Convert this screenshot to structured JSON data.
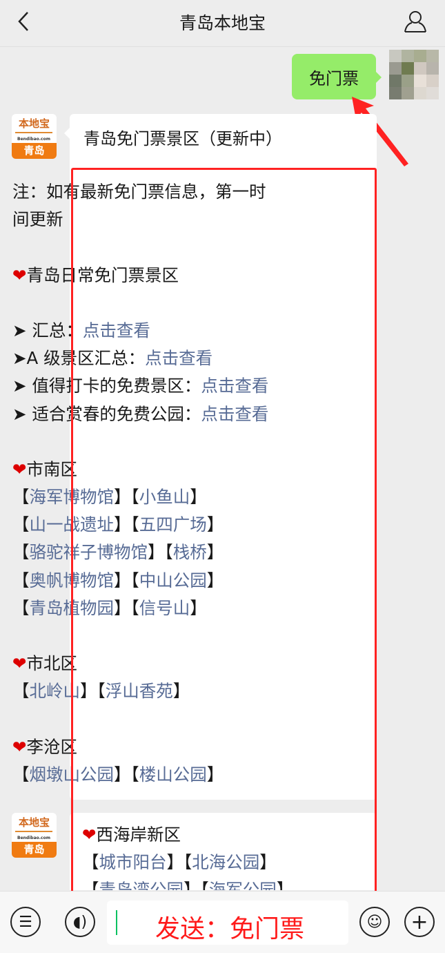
{
  "header": {
    "title": "青岛本地宝",
    "back_icon": "chevron-left-icon",
    "profile_icon": "user-icon"
  },
  "messages": {
    "sent": {
      "text": "免门票"
    },
    "logo": {
      "top": "本地宝",
      "site": "Bendibao.com",
      "city": "青岛"
    },
    "reply_title": "青岛免门票景区（更新中）",
    "lines": [
      [
        {
          "t": "注：如有最新免门票信息，第一时"
        }
      ],
      [
        {
          "t": "间更新"
        }
      ],
      [],
      [
        {
          "t": "❤",
          "h": 1
        },
        {
          "t": "青岛日常免门票景区"
        }
      ],
      [],
      [
        {
          "t": "➤ 汇总："
        },
        {
          "t": "点击查看",
          "l": 1
        }
      ],
      [
        {
          "t": "➤A 级景区汇总："
        },
        {
          "t": "点击查看",
          "l": 1
        }
      ],
      [
        {
          "t": "➤ 值得打卡的免费景区："
        },
        {
          "t": "点击查看",
          "l": 1
        }
      ],
      [
        {
          "t": "➤ 适合赏春的免费公园："
        },
        {
          "t": "点击查看",
          "l": 1
        }
      ],
      [],
      [
        {
          "t": "❤",
          "h": 1
        },
        {
          "t": "市南区"
        }
      ],
      [
        {
          "t": "【"
        },
        {
          "t": "海军博物馆",
          "l": 1
        },
        {
          "t": "】【"
        },
        {
          "t": "小鱼山",
          "l": 1
        },
        {
          "t": "】"
        }
      ],
      [
        {
          "t": "【"
        },
        {
          "t": "山一战遗址",
          "l": 1
        },
        {
          "t": "】【"
        },
        {
          "t": "五四广场",
          "l": 1
        },
        {
          "t": "】"
        }
      ],
      [
        {
          "t": "【"
        },
        {
          "t": "骆驼祥子博物馆",
          "l": 1
        },
        {
          "t": "】【"
        },
        {
          "t": "栈桥",
          "l": 1
        },
        {
          "t": "】"
        }
      ],
      [
        {
          "t": "【"
        },
        {
          "t": "奥帆博物馆",
          "l": 1
        },
        {
          "t": "】【"
        },
        {
          "t": "中山公园",
          "l": 1
        },
        {
          "t": "】"
        }
      ],
      [
        {
          "t": "【"
        },
        {
          "t": "青岛植物园",
          "l": 1
        },
        {
          "t": "】【"
        },
        {
          "t": "信号山",
          "l": 1
        },
        {
          "t": "】"
        }
      ],
      [],
      [
        {
          "t": "❤",
          "h": 1
        },
        {
          "t": "市北区"
        }
      ],
      [
        {
          "t": "【"
        },
        {
          "t": "北岭山",
          "l": 1
        },
        {
          "t": "】【"
        },
        {
          "t": "浮山香苑",
          "l": 1
        },
        {
          "t": "】"
        }
      ],
      [],
      [
        {
          "t": "❤",
          "h": 1
        },
        {
          "t": "李沧区"
        }
      ],
      [
        {
          "t": "【"
        },
        {
          "t": "烟墩山公园",
          "l": 1
        },
        {
          "t": "】【"
        },
        {
          "t": "楼山公园",
          "l": 1
        },
        {
          "t": "】"
        }
      ]
    ],
    "lines2": [
      [
        {
          "t": "❤",
          "h": 1
        },
        {
          "t": "西海岸新区"
        }
      ],
      [
        {
          "t": "【"
        },
        {
          "t": "城市阳台",
          "l": 1
        },
        {
          "t": "】【"
        },
        {
          "t": "北海公园",
          "l": 1
        },
        {
          "t": "】"
        }
      ],
      [
        {
          "t": "【"
        },
        {
          "t": "青岛湾公园",
          "l": 1
        },
        {
          "t": "】【"
        },
        {
          "t": "海军公园",
          "l": 1
        },
        {
          "t": "】"
        }
      ]
    ]
  },
  "input": {
    "annotation": "发送：免门票",
    "icons": [
      "menu-icon",
      "voice-icon",
      "emoji-icon",
      "plus-icon"
    ]
  },
  "colors": {
    "link": "#576b95",
    "sent_bubble": "#95ec69",
    "annotation": "#ff1a1a"
  }
}
